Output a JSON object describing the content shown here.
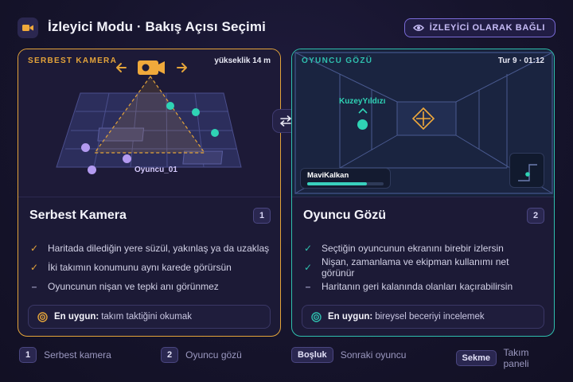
{
  "header": {
    "title": "İzleyici Modu · Bakış Açısı Seçimi",
    "status_badge": "İZLEYİCİ OLARAK BAĞLI"
  },
  "free_camera": {
    "view_label": "SERBEST KAMERA",
    "altitude": "yükseklik 14 m",
    "player_label": "Oyuncu_01",
    "title": "Serbest Kamera",
    "number": "1",
    "features": [
      {
        "mark": "✓",
        "text": "Haritada dilediğin yere süzül, yakınlaş ya da uzaklaş"
      },
      {
        "mark": "✓",
        "text": "İki takımın konumunu aynı karede görürsün"
      },
      {
        "mark": "–",
        "text": "Oyuncunun nişan ve tepki anı görünmez"
      }
    ],
    "best_label": "En uygun:",
    "best_text": "takım taktiğini okumak"
  },
  "player_view": {
    "view_label": "OYUNCU GÖZÜ",
    "round_info": "Tur 9 · 01:12",
    "enemy_name": "KuzeyYıldızı",
    "self_name": "MaviKalkan",
    "self_health": 0.78,
    "title": "Oyuncu Gözü",
    "number": "2",
    "features": [
      {
        "mark": "✓",
        "text": "Seçtiğin oyuncunun ekranını birebir izlersin"
      },
      {
        "mark": "✓",
        "text": "Nişan, zamanlama ve ekipman kullanımı net görünür"
      },
      {
        "mark": "–",
        "text": "Haritanın geri kalanında olanları kaçırabilirsin"
      }
    ],
    "best_label": "En uygun:",
    "best_text": "bireysel beceriyi incelemek"
  },
  "footer": {
    "hints": [
      {
        "key": "1",
        "label": "Serbest kamera"
      },
      {
        "key": "2",
        "label": "Oyuncu gözü"
      },
      {
        "key": "Boşluk",
        "label": "Sonraki oyuncu"
      },
      {
        "key": "Sekme",
        "label": "Takım paneli"
      }
    ]
  },
  "colors": {
    "free_camera_accent": "#e4a43a",
    "player_view_accent": "#2fbfae",
    "team_purple": "#b39af0",
    "team_teal": "#2fd3b5"
  },
  "icons": {
    "app": "camera-icon",
    "badge": "eye-icon",
    "swap": "swap-arrows-icon",
    "best": "target-icon"
  }
}
